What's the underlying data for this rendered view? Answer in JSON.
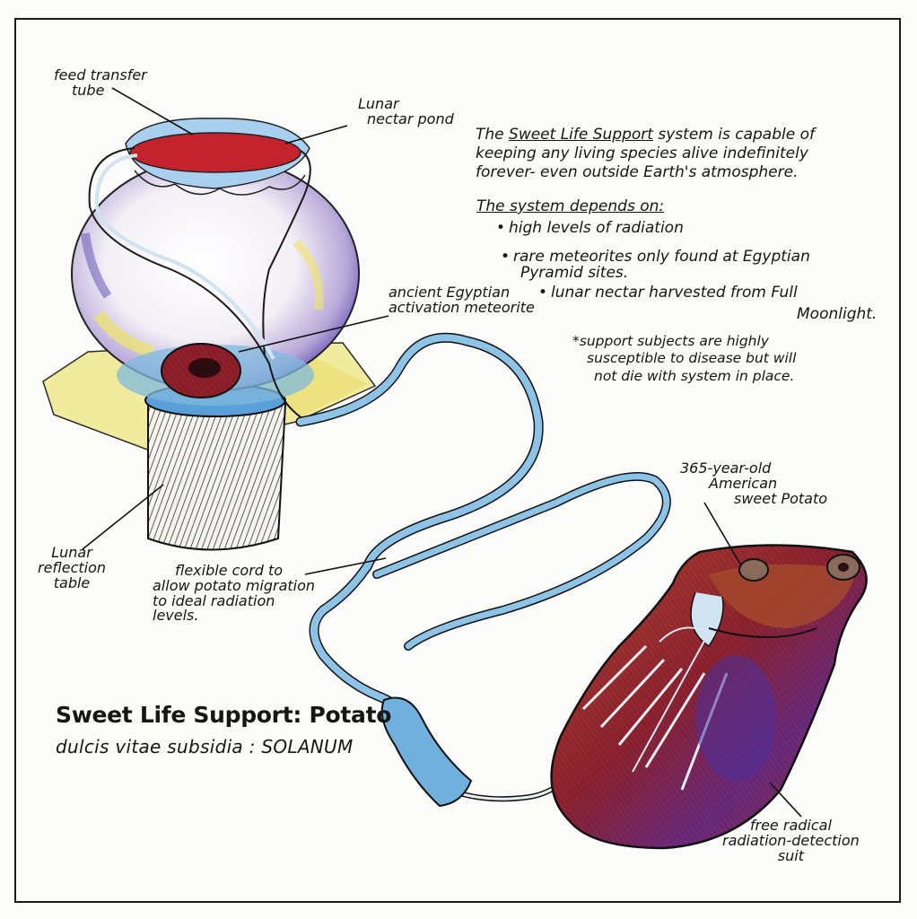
{
  "labels": {
    "feed_tube_line1": "feed transfer",
    "feed_tube_line2": "tube",
    "nectar_pond_line1": "Lunar",
    "nectar_pond_line2": "nectar pond",
    "meteorite_line1": "ancient Egyptian",
    "meteorite_line2": "activation meteorite",
    "table_line1": "Lunar",
    "table_line2": "reflection",
    "table_line3": "table",
    "cord_line1": "flexible cord to",
    "cord_line2": "allow potato migration",
    "cord_line3": "to ideal radiation",
    "cord_line4": "levels.",
    "potato_line1": "365-year-old",
    "potato_line2": "American",
    "potato_line3": "sweet Potato",
    "suit_line1": "free radical",
    "suit_line2": "radiation-detection",
    "suit_line3": "suit"
  },
  "description": {
    "intro_the": "The",
    "intro_system_name": "Sweet Life Support",
    "intro_rest1": "system is capable of",
    "intro_line2": "keeping any living species alive indefinitely",
    "intro_line3": "forever- even outside Earth's atmosphere.",
    "depends_heading": "The system depends on:",
    "bullets": [
      "high levels of radiation",
      "rare meteorites only found at Egyptian",
      "Pyramid sites.",
      "lunar nectar harvested from Full",
      "Moonlight."
    ],
    "note_line1": "*support subjects are highly",
    "note_line2": "susceptible to disease but will",
    "note_line3": "not die with system in place."
  },
  "title": "Sweet Life Support: Potato",
  "subtitle": "dulcis vitae subsidia : SOLANUM",
  "colors": {
    "paper": "#fbfbf9",
    "ink": "#161616",
    "cord_blue": "#7fb9de",
    "nectar_red": "#c4232e",
    "potato_red": "#9b2a2e",
    "suit_purple": "#5a2a8a",
    "table_yellow": "#eee58a"
  }
}
